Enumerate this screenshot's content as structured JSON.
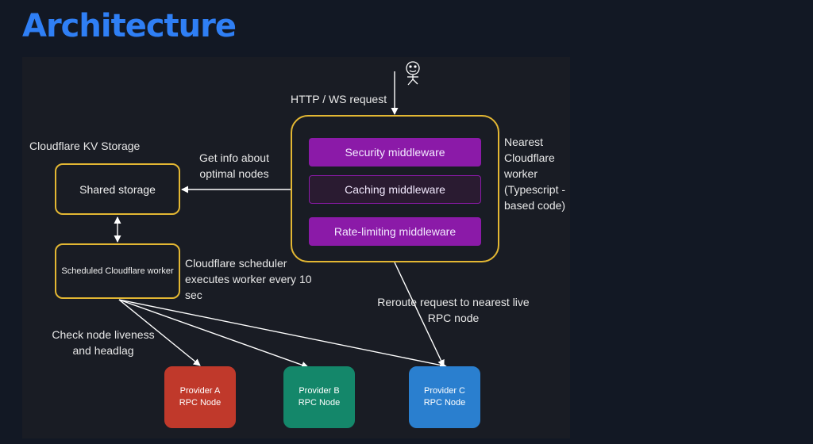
{
  "slide": {
    "title": "Architecture"
  },
  "diagram": {
    "request_label": "HTTP / WS request",
    "kv_storage_label": "Cloudflare KV Storage",
    "shared_storage": "Shared storage",
    "get_info_line1": "Get info about",
    "get_info_line2": "optimal nodes",
    "worker_caption": [
      "Nearest",
      "Cloudflare",
      "worker",
      "(Typescript -",
      "based code)"
    ],
    "middleware": {
      "security": "Security middleware",
      "caching": "Caching middleware",
      "rate_limiting": "Rate-limiting middleware"
    },
    "scheduled_worker": "Scheduled Cloudflare worker",
    "scheduler_caption": [
      "Cloudflare scheduler",
      "executes worker every 10",
      "sec"
    ],
    "reroute_caption": [
      "Reroute request to nearest live",
      "RPC node"
    ],
    "check_caption": [
      "Check node liveness",
      "and headlag"
    ],
    "nodes": [
      {
        "name": "Provider A",
        "sub": "RPC Node",
        "color": "#c0392b"
      },
      {
        "name": "Provider B",
        "sub": "RPC Node",
        "color": "#14876a"
      },
      {
        "name": "Provider C",
        "sub": "RPC Node",
        "color": "#2a7fcf"
      }
    ],
    "colors": {
      "title": "#2f7ff5",
      "box_border": "#e3b733",
      "middleware": "#8b1aa8",
      "background": "#191c24"
    },
    "icons": [
      "stick-figure-user-icon"
    ]
  }
}
